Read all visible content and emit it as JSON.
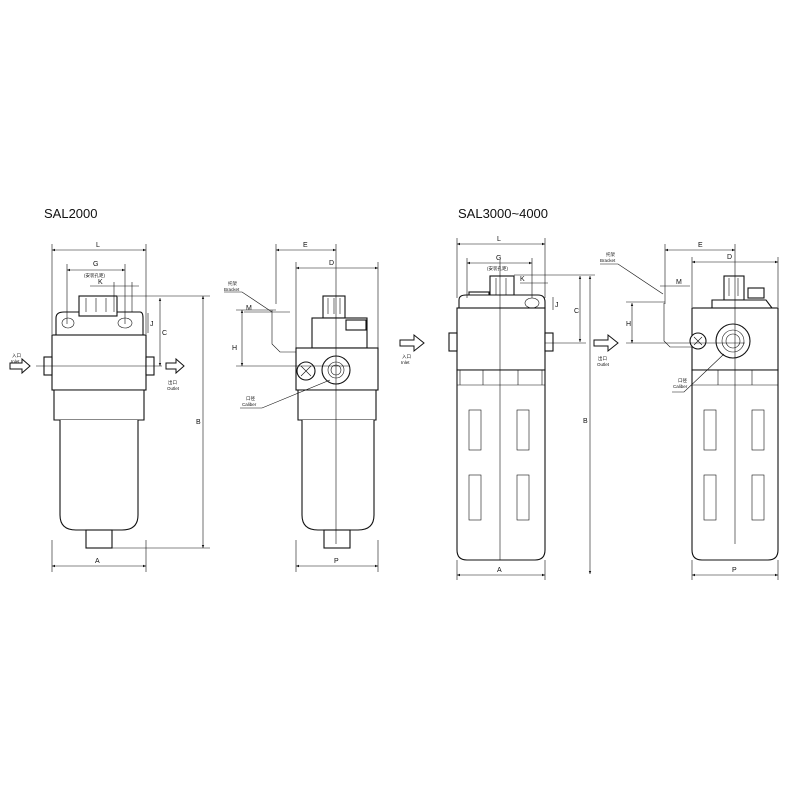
{
  "models": {
    "small": "SAL2000",
    "large": "SAL3000~4000"
  },
  "dimensions": {
    "L": "L",
    "G": "G",
    "G_note": "(安装孔距)",
    "K": "K",
    "J": "J",
    "C": "C",
    "B": "B",
    "A": "A",
    "E": "E",
    "D": "D",
    "M": "M",
    "H": "H",
    "P": "P"
  },
  "labels": {
    "inlet_cn": "入口",
    "inlet_en": "Inlet",
    "outlet_cn": "出口",
    "outlet_en": "Outlet",
    "bracket_cn": "托架",
    "bracket_en": "Bracket",
    "caliber_cn": "口径",
    "caliber_en": "Caliber"
  }
}
